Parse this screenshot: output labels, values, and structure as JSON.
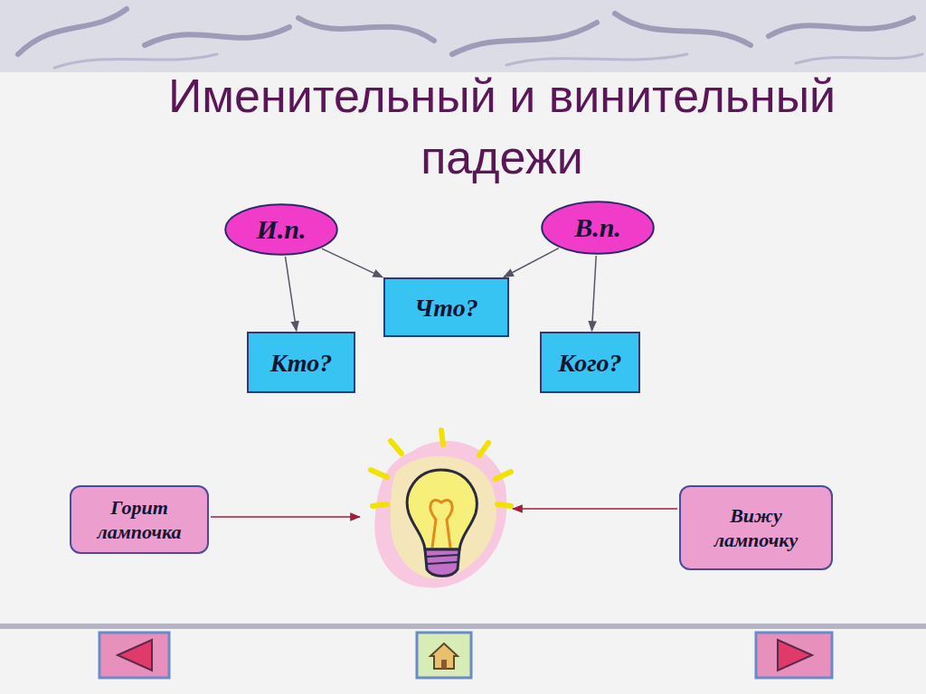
{
  "diagram": {
    "title": "Именительный и винительный падежи",
    "nodes": [
      {
        "text": [
          "И.п."
        ]
      },
      {
        "text": [
          "В.п."
        ]
      },
      {
        "text": [
          "Что?"
        ]
      },
      {
        "text": [
          "Кто?"
        ]
      },
      {
        "text": [
          "Кого?"
        ]
      },
      {
        "text": [
          "Горит лампочка"
        ]
      },
      {
        "text": [
          "Вижу лампочку"
        ]
      }
    ],
    "edges": [
      {
        "from": 0,
        "to": 3,
        "arrow": "to"
      },
      {
        "from": 0,
        "to": 2,
        "arrow": "to"
      },
      {
        "from": 1,
        "to": 2,
        "arrow": "to"
      },
      {
        "from": 1,
        "to": 4,
        "arrow": "to"
      }
    ]
  }
}
